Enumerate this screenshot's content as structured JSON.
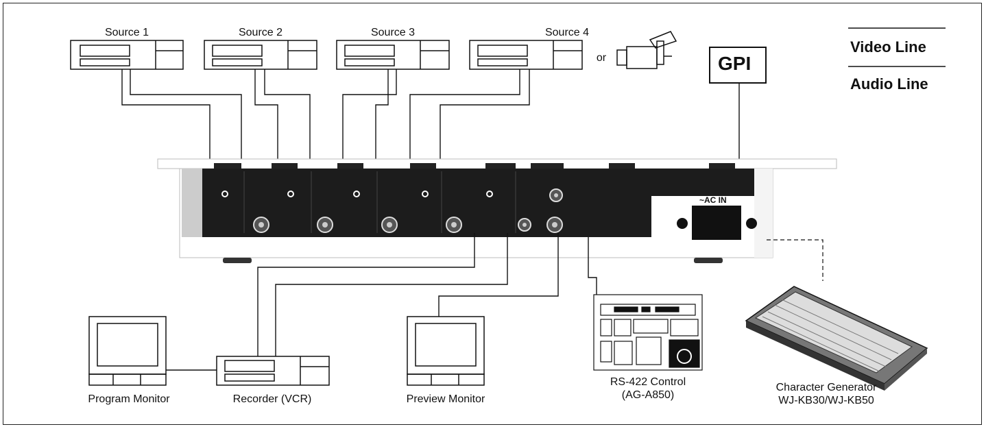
{
  "sources": [
    {
      "label": "Source 1"
    },
    {
      "label": "Source 2"
    },
    {
      "label": "Source 3"
    },
    {
      "label": "Source 4"
    }
  ],
  "or_label": "or",
  "gpi_label": "GPI",
  "legend": {
    "video": "Video Line",
    "audio": "Audio Line"
  },
  "ac_in_label": "~AC IN",
  "devices": {
    "program_monitor": "Program Monitor",
    "recorder": "Recorder (VCR)",
    "preview_monitor": "Preview Monitor",
    "rs422_line1": "RS-422 Control",
    "rs422_line2": "(AG-A850)",
    "cg_line1": "Character Generator",
    "cg_line2": "WJ-KB30/WJ-KB50"
  }
}
